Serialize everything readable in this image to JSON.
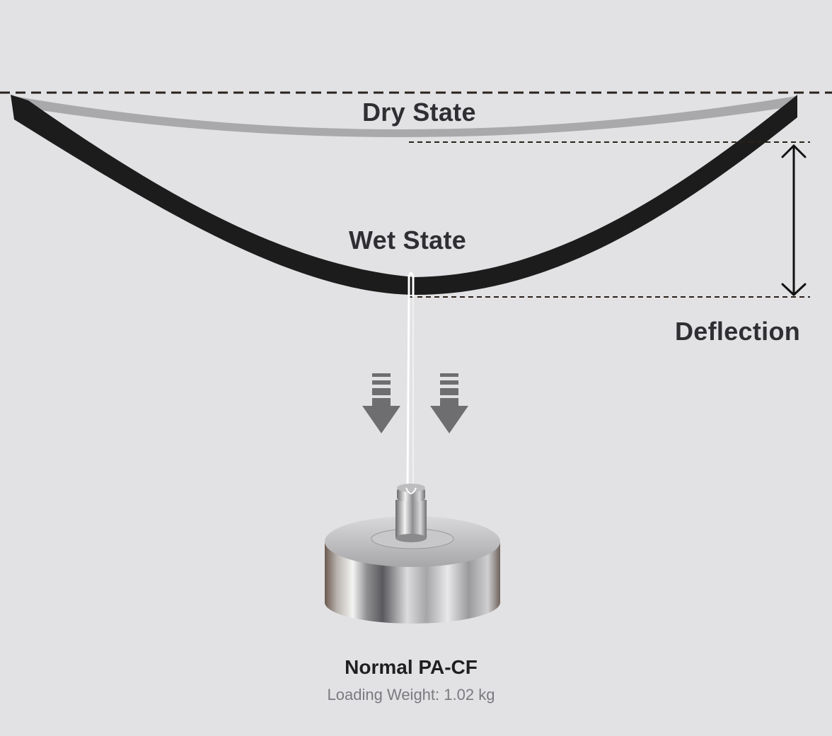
{
  "labels": {
    "dry_state": "Dry State",
    "wet_state": "Wet State",
    "deflection": "Deflection",
    "material": "Normal PA-CF",
    "loading_weight": "Loading Weight: 1.02 kg"
  },
  "colors": {
    "background": "#e2e2e4",
    "dry_strip": "#a9a9ab",
    "wet_strip": "#1c1c1c",
    "dashed_line": "#2a211b",
    "arrow": "#6e6e70",
    "text": "#2f2f33",
    "subtext": "#7a7a80"
  },
  "icons": {
    "load_arrows": "down-arrow-icon",
    "deflection_marker": "double-headed-arrow-icon",
    "weight": "calibration-weight-icon"
  }
}
